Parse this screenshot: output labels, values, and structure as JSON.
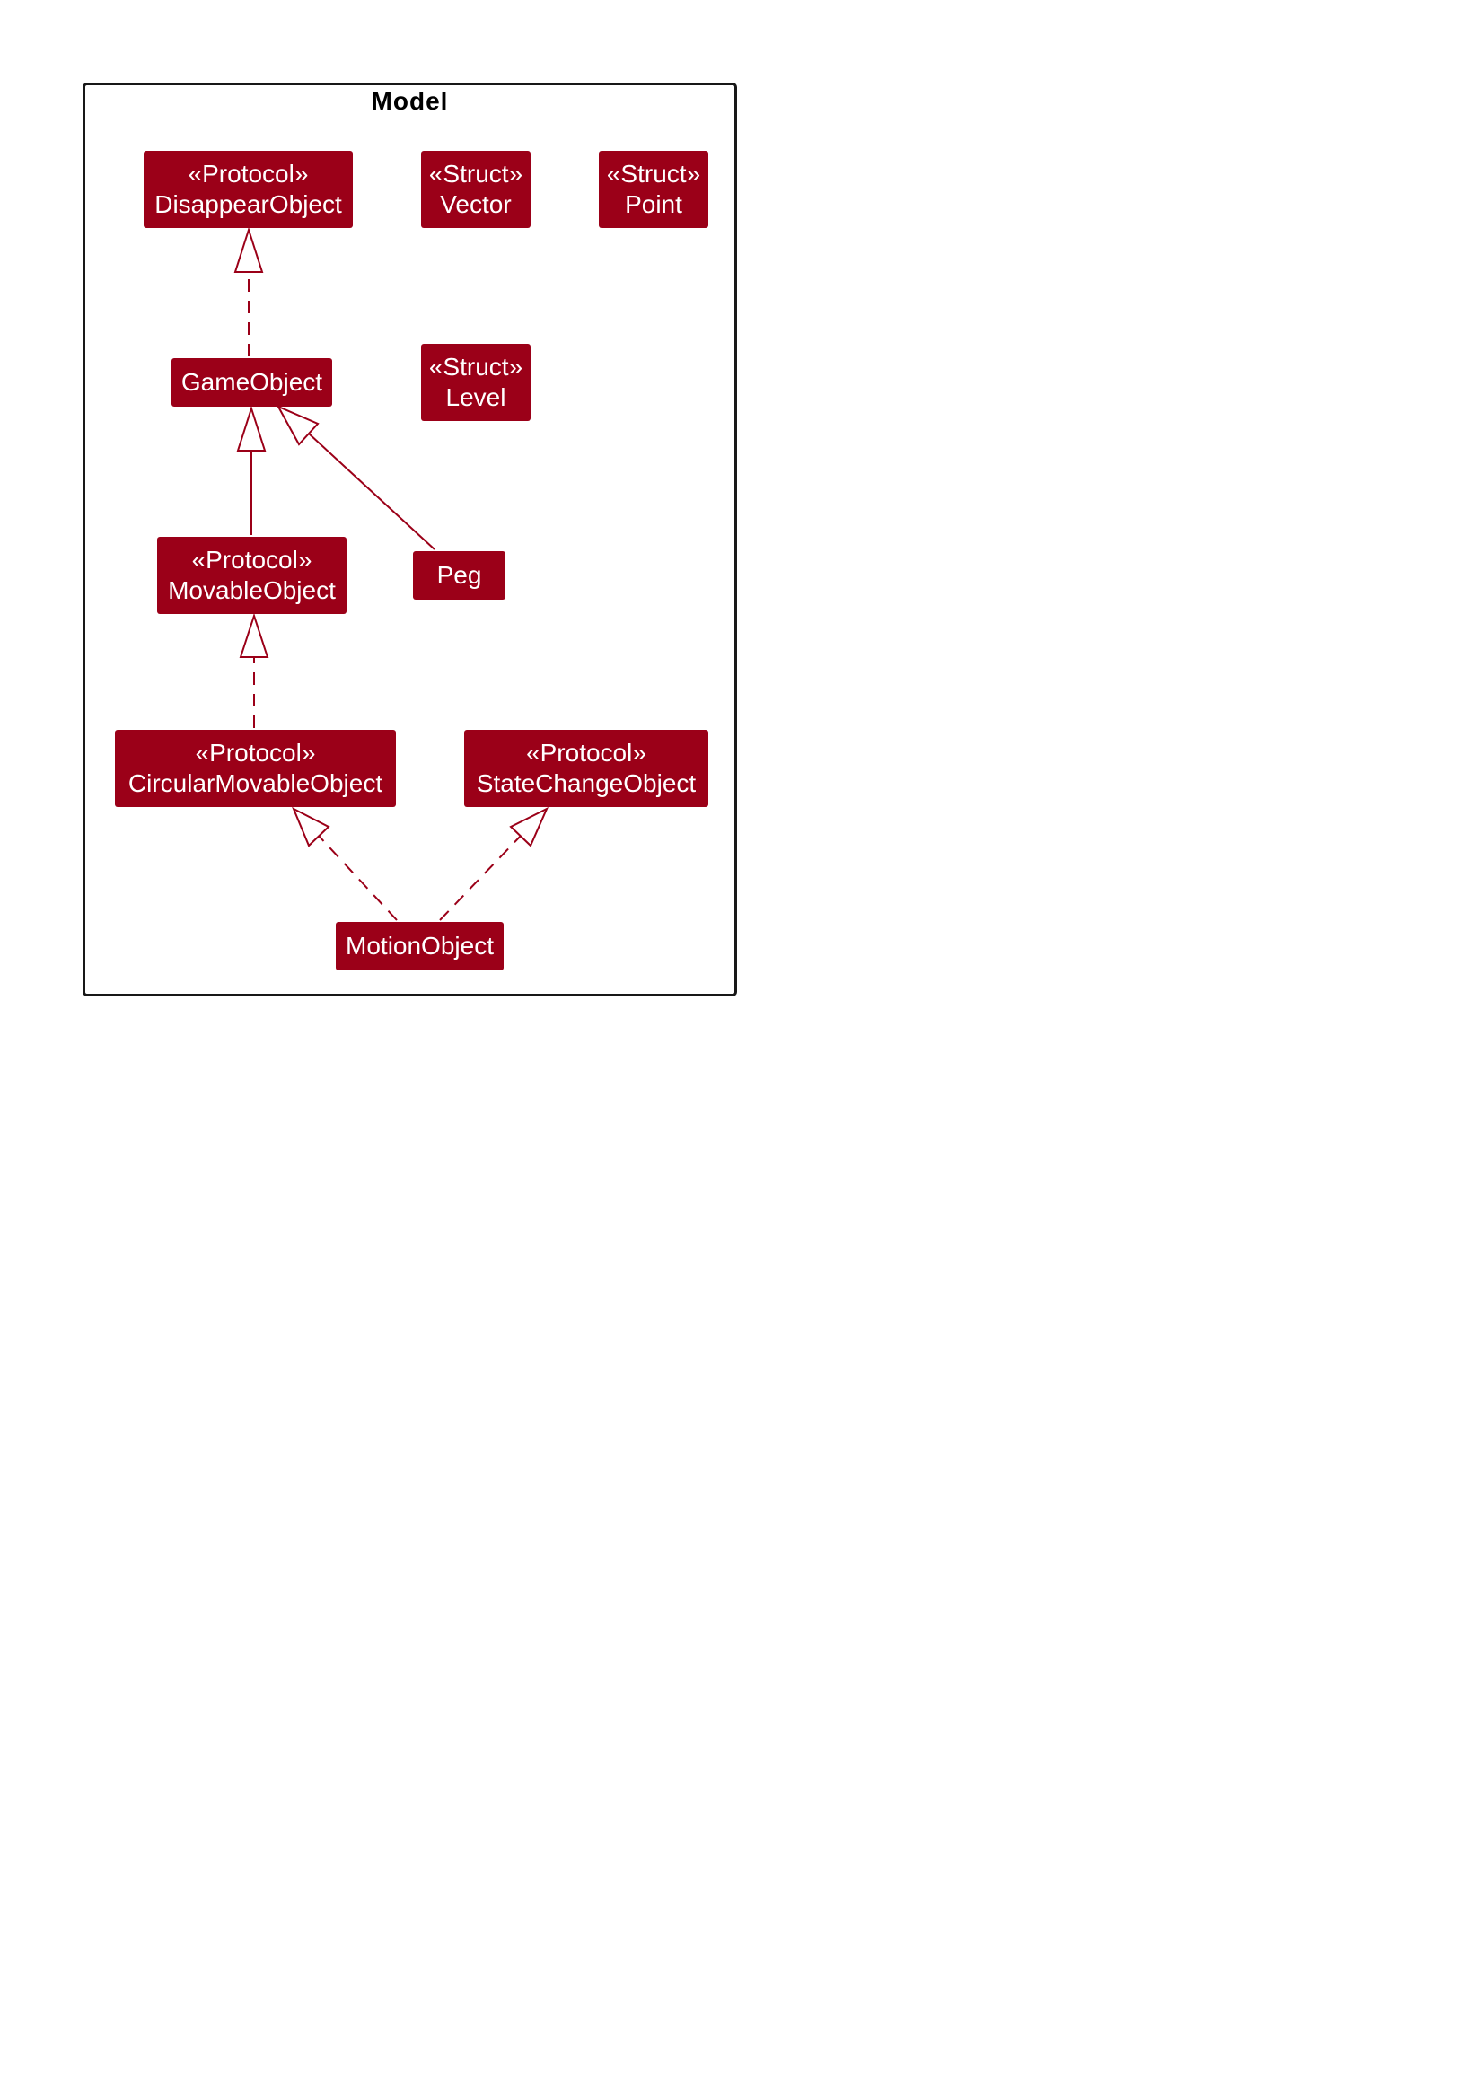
{
  "package": {
    "title": "Model"
  },
  "colors": {
    "node_fill": "#9b0018",
    "node_text": "#ffffff",
    "edge": "#9b0018",
    "frame": "#181818"
  },
  "nodes": {
    "disappear_object": {
      "stereotype": "«Protocol»",
      "name": "DisappearObject"
    },
    "vector": {
      "stereotype": "«Struct»",
      "name": "Vector"
    },
    "point": {
      "stereotype": "«Struct»",
      "name": "Point"
    },
    "game_object": {
      "name": "GameObject"
    },
    "level": {
      "stereotype": "«Struct»",
      "name": "Level"
    },
    "movable_object": {
      "stereotype": "«Protocol»",
      "name": "MovableObject"
    },
    "peg": {
      "name": "Peg"
    },
    "circular_movable_object": {
      "stereotype": "«Protocol»",
      "name": "CircularMovableObject"
    },
    "state_change_object": {
      "stereotype": "«Protocol»",
      "name": "StateChangeObject"
    },
    "motion_object": {
      "name": "MotionObject"
    }
  },
  "relations": [
    {
      "from": "game_object",
      "to": "disappear_object",
      "kind": "realization"
    },
    {
      "from": "movable_object",
      "to": "game_object",
      "kind": "generalization"
    },
    {
      "from": "peg",
      "to": "game_object",
      "kind": "generalization"
    },
    {
      "from": "circular_movable_object",
      "to": "movable_object",
      "kind": "realization"
    },
    {
      "from": "motion_object",
      "to": "circular_movable_object",
      "kind": "realization"
    },
    {
      "from": "motion_object",
      "to": "state_change_object",
      "kind": "realization"
    }
  ]
}
